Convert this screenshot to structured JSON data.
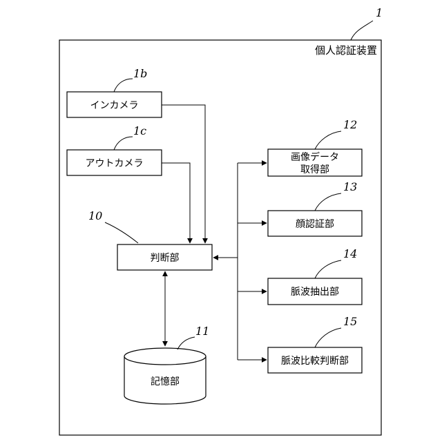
{
  "device": {
    "title": "個人認証装置",
    "ref": "1"
  },
  "blocks": {
    "in_camera": {
      "label": "インカメラ",
      "ref": "1b"
    },
    "out_camera": {
      "label": "アウトカメラ",
      "ref": "1c"
    },
    "judgment": {
      "label": "判断部",
      "ref": "10"
    },
    "storage": {
      "label": "記憶部",
      "ref": "11"
    },
    "image_data": {
      "line1": "画像データ",
      "line2": "取得部",
      "ref": "12"
    },
    "face_auth": {
      "label": "顔認証部",
      "ref": "13"
    },
    "pulse_extract": {
      "label": "脈波抽出部",
      "ref": "14"
    },
    "pulse_compare": {
      "label": "脈波比較判断部",
      "ref": "15"
    }
  },
  "colors": {
    "stroke": "#000000",
    "background": "#ffffff"
  }
}
